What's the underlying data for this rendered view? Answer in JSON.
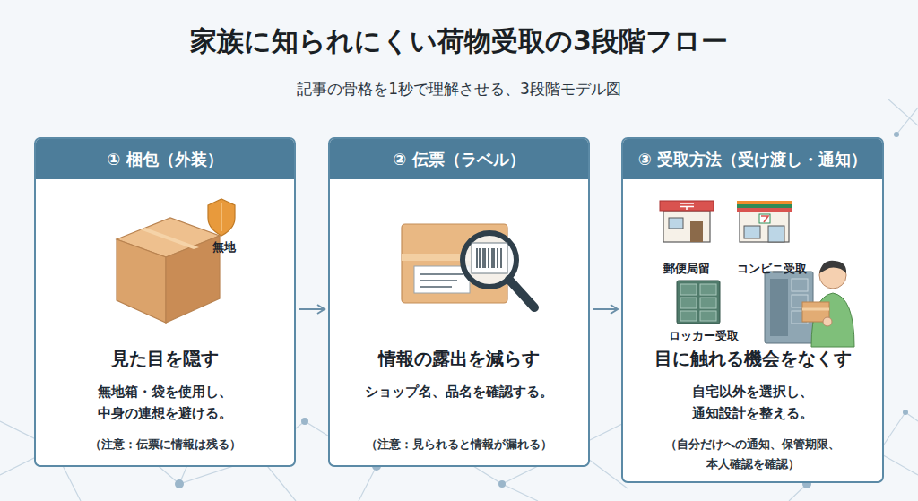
{
  "diagram": {
    "title": "家族に知られにくい荷物受取の3段階フロー",
    "caption": "記事の骨格を1秒で理解させる、3段階モデル図",
    "nodes": [
      {
        "text": [
          "① 梱包（外装）",
          "見た目を隠す",
          "無地箱・袋を使用し、 中身の連想を避ける。",
          "（注意：伝票に情報は残る）"
        ]
      },
      {
        "text": [
          "② 伝票（ラベル）",
          "情報の露出を減らす",
          "ショップ名、品名を確認する。",
          "（注意：見られると情報が漏れる）"
        ]
      },
      {
        "text": [
          "③ 受取方法（受け渡し・通知）",
          "目に触れる機会をなくす",
          "自宅以外を選択し、 通知設計を整える。",
          "（自分だけへの通知、保管期限、 本人確認を確認）"
        ]
      }
    ],
    "edges": [
      {
        "from": 0,
        "to": 1,
        "arrow": "to"
      },
      {
        "from": 1,
        "to": 2,
        "arrow": "to"
      }
    ],
    "labels": [
      "無地",
      "郵便局留",
      "コンビニ受取",
      "ロッカー受取"
    ]
  }
}
